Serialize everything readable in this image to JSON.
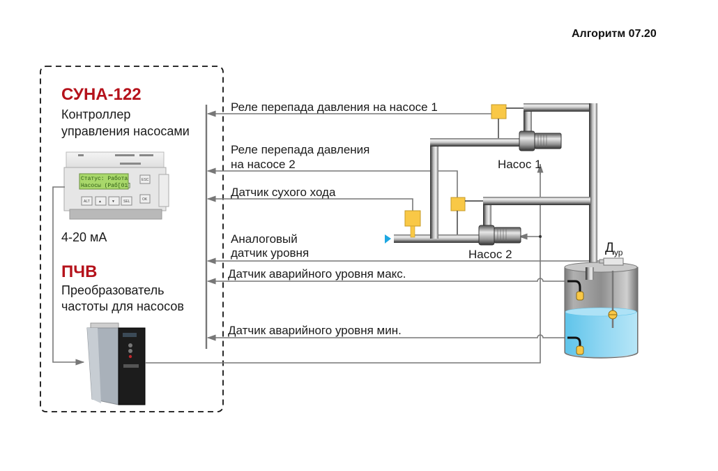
{
  "header": {
    "algorithm_label": "Алгоритм 07.20"
  },
  "controller": {
    "brand": "СУНА-122",
    "description_line1": "Контроллер",
    "description_line2": "управления насосами",
    "lcd_line1": "Статус:  Работа",
    "lcd_line2": "Насосы (Раб[01]",
    "buttons": [
      "ALT",
      "▲",
      "▼",
      "SEL",
      "ESC",
      "OK"
    ],
    "signal_label": "4-20 мА"
  },
  "converter": {
    "brand": "ПЧВ",
    "description_line1": "Преобразователь",
    "description_line2": "частоты для насосов"
  },
  "signals": [
    {
      "id": "relay-pump1",
      "label": "Реле перепада давления на насосе 1"
    },
    {
      "id": "relay-pump2",
      "label_line1": "Реле перепада давления",
      "label_line2": "на насосе 2"
    },
    {
      "id": "dry-run",
      "label": "Датчик сухого хода"
    },
    {
      "id": "analog-level",
      "label_line1": "Аналоговый",
      "label_line2": "датчик уровня"
    },
    {
      "id": "emergency-max",
      "label": "Датчик аварийного уровня макс."
    },
    {
      "id": "emergency-min",
      "label": "Датчик аварийного уровня мин."
    }
  ],
  "pumps": [
    {
      "label": "Насос 1"
    },
    {
      "label": "Насос 2"
    }
  ],
  "tank": {
    "sensor_label": "Д",
    "sensor_subscript": "ур"
  },
  "colors": {
    "brand_red": "#b5121b",
    "relay_yellow": "#f9c846",
    "water_blue": "#8fd6f2",
    "inlet_blue": "#1ea7e1",
    "wire_gray": "#777777"
  }
}
